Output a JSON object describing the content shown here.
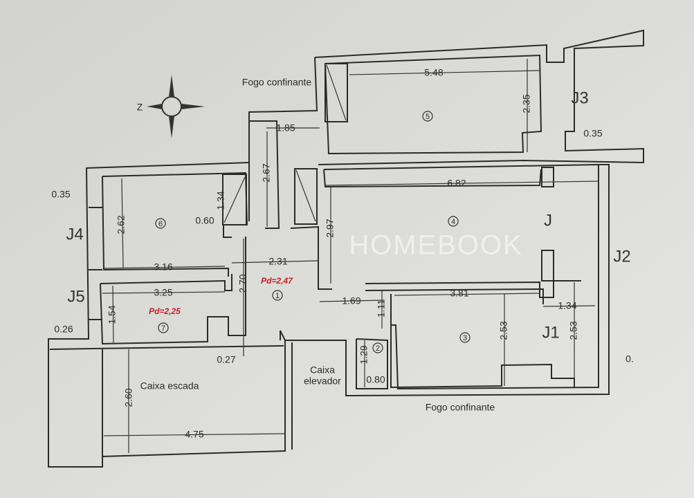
{
  "watermark": "HOMEBOOK",
  "compass": {
    "label": "Z",
    "icon": "compass-rose-icon"
  },
  "labels": {
    "fire_wall_top": "Fogo confinante",
    "fire_wall_bottom": "Fogo confinante",
    "stair_box": "Caixa escada",
    "elevator_box_1": "Caixa",
    "elevator_box_2": "elevador"
  },
  "windows": {
    "j1": "J1",
    "j2": "J2",
    "j3": "J3",
    "j4": "J4",
    "j5": "J5",
    "j": "J"
  },
  "rooms": {
    "r1": "1",
    "r2": "2",
    "r3": "3",
    "r4": "4",
    "r5": "5",
    "r6": "6",
    "r7": "7"
  },
  "ceiling_heights": {
    "room1": "Pd=2,47",
    "room7": "Pd=2,25"
  },
  "dimensions": {
    "d548": "5.48",
    "d235": "2.35",
    "d035a": "0.35",
    "d185": "1.85",
    "d267": "2.67",
    "d682": "6.82",
    "d297": "2.97",
    "d035b": "0.35",
    "d262": "2.62",
    "d134a": "1.34",
    "d060": "0.60",
    "d316": "3.16",
    "d231": "2.31",
    "d270": "2.70",
    "d325": "3.25",
    "d154": "1.54",
    "d026": "0.26",
    "d027": "0.27",
    "d169": "1.69",
    "d111": "1.11",
    "d381": "3.81",
    "d134b": "1.34",
    "d253a": "2.53",
    "d253b": "2.53",
    "d0": "0.",
    "d129": "1.29",
    "d080": "0.80",
    "d260": "2.60",
    "d475": "4.75"
  },
  "colors": {
    "paper": "#d9d9d5",
    "ink": "#2a2a2a",
    "red_annotation": "#c2202a"
  }
}
